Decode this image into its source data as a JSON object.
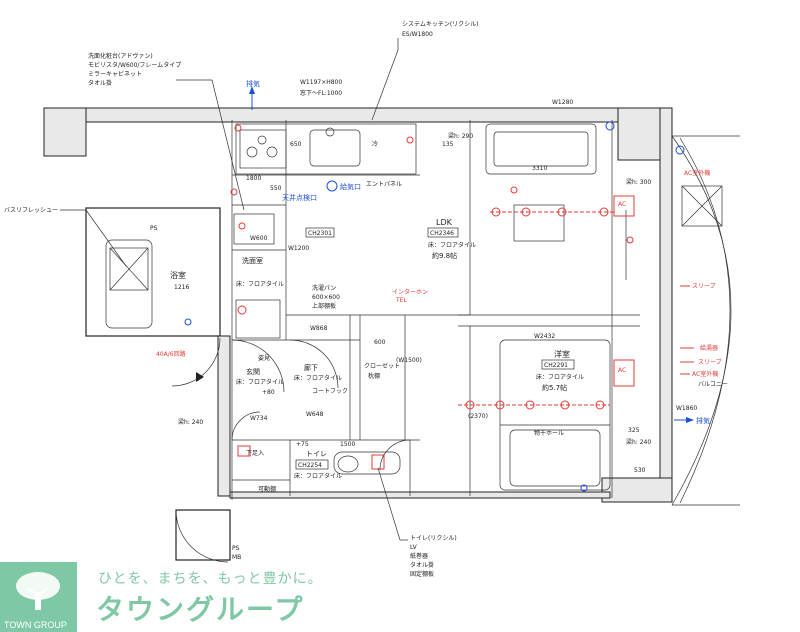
{
  "callouts": {
    "system_kitchen": "システムキッチン(リクシル)",
    "system_kitchen_size": "ES/W1800",
    "vanity_title": "洗面化粧台(アドヴァン)",
    "vanity_model": "モビリスタ/W600/フレームタイプ",
    "vanity_cabinet": "ミラーキャビネット",
    "vanity_towel": "タオル掛",
    "bath_refresh": "バスリフレッシュー",
    "toilet_title": "トイレ(リクシル)",
    "toilet_lv": "LV",
    "toilet_paper": "紙巻器",
    "toilet_towel": "タオル掛",
    "toilet_shelf": "固定棚板",
    "water_heater": "給湯器",
    "sleeve_top": "スリーブ",
    "sleeve_bottom": "スリーブ",
    "ac_unit_1": "AC室外機",
    "ac_unit_2": "AC室外機",
    "balcony": "バルコニー"
  },
  "dims": {
    "window_kitchen": "W1197×H800",
    "window_sill": "窓下～FL:1000",
    "w1280": "W1280",
    "w3310": "3310",
    "beam_290": "梁h: 290",
    "beam_300": "梁h: 300",
    "d1800": "1800",
    "d650": "650",
    "d550": "550",
    "d135": "135",
    "w600": "W600",
    "w1200": "W1200",
    "w868": "W868",
    "w2432": "W2432",
    "w1500": "(W1500)",
    "d600": "600",
    "d2370": "(2370)",
    "w734": "W734",
    "w648": "W648",
    "d1500": "1500",
    "plus75": "+75",
    "plus80": "+80",
    "beam_240_left": "梁h: 240",
    "beam_240_right": "梁h: 240",
    "d325": "325",
    "d530": "530",
    "w1860": "W1860"
  },
  "rooms": {
    "ldk_name": "LDK",
    "ldk_ch": "CH2346",
    "ldk_floor": "床：フロアタイル",
    "ldk_area": "約9.8帖",
    "yoshitsu_name": "洋室",
    "yoshitsu_ch": "CH2291",
    "yoshitsu_floor": "床：フロアタイル",
    "yoshitsu_area": "約5.7帖",
    "bath_name": "浴室",
    "bath_size": "1216",
    "senmen_name": "洗面室",
    "senmen_floor": "床：フロアタイル",
    "senmen_ch": "CH2301",
    "genkan_name": "玄関",
    "genkan_floor": "床：フロアタイル",
    "roka_name": "廊下",
    "roka_floor": "床：フロアタイル",
    "toilet_name": "トイレ",
    "toilet_ch": "CH2254",
    "toilet_floor": "床：フロアタイル",
    "closet": "クローゼット",
    "closet_shelf": "枕棚",
    "ps": "PS",
    "ps_mb_1": "PS",
    "ps_mb_2": "MB",
    "sugata": "姿見",
    "getabako": "下足入",
    "kadoudana": "可動棚",
    "coat_hook": "コートフック",
    "mono_hoshi": "物干ホール",
    "sentaku_pan": "洗濯パン",
    "sentaku_size": "600×600",
    "sentaku_shelf": "上部棚板",
    "cooktop": "冷",
    "entry_panel": "エントパネル",
    "ceiling_inspect": "天井点検口",
    "supply_port": "給気口",
    "interphone": "インターホン",
    "tel": "TEL",
    "breaker": "40A/6回路",
    "haiki_top": "排気",
    "haiki_right": "排気",
    "ac_200v_1": "AC",
    "ac_200v_2": "AC"
  },
  "logo": {
    "company": "TOWN GROUP",
    "tagline": "ひとを、まちを、もっと豊かに。",
    "brand": "タウングループ"
  },
  "colors": {
    "wall": "#222222",
    "electric": "#e53935",
    "vent": "#1a4fd6",
    "brand": "#7fc8a5"
  }
}
